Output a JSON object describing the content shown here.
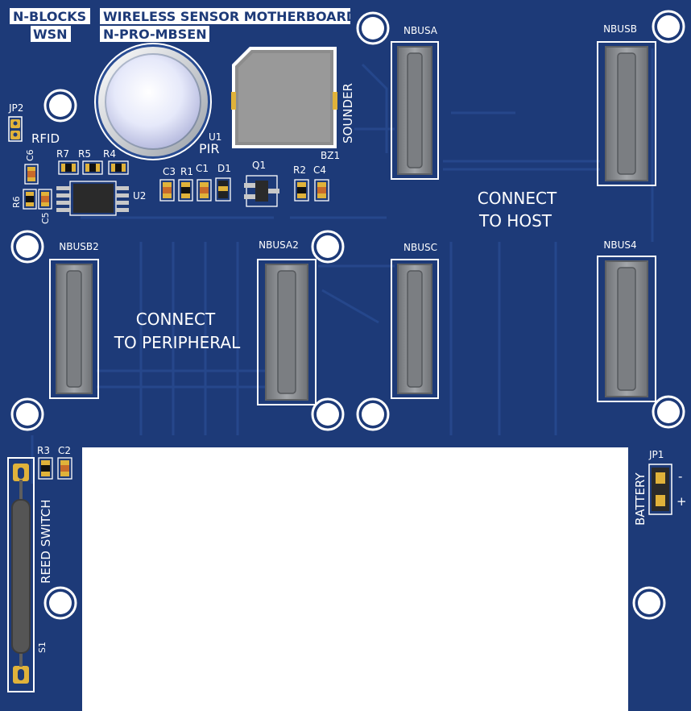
{
  "board": {
    "title_left": [
      "N-BLOCKS",
      "WSN"
    ],
    "title_right": [
      "WIRELESS SENSOR MOTHERBOARD",
      "N-PRO-MBSEN"
    ],
    "connect_host": [
      "CONNECT",
      "TO HOST"
    ],
    "connect_peripheral": [
      "CONNECT",
      "TO PERIPHERAL"
    ]
  },
  "connectors": {
    "nbusa": "NBUSA",
    "nbusb": "NBUSB",
    "nbusb2": "NBUSB2",
    "nbusa2": "NBUSA2",
    "nbusc": "NBUSC",
    "nbus4": "NBUS4"
  },
  "components": {
    "jp2": "JP2",
    "rfid": "RFID",
    "u1": "U1",
    "pir": "PIR",
    "sounder": "SOUNDER",
    "bz1": "BZ1",
    "c6": "C6",
    "r7": "R7",
    "r5": "R5",
    "r4": "R4",
    "r6": "R6",
    "c5": "C5",
    "u2": "U2",
    "c3": "C3",
    "r1": "R1",
    "c1": "C1",
    "d1": "D1",
    "q1": "Q1",
    "r2": "R2",
    "c4": "C4",
    "r3": "R3",
    "c2": "C2",
    "reed_switch": "REED SWITCH",
    "s1": "S1",
    "jp1": "JP1",
    "battery": "BATTERY",
    "minus": "-",
    "plus": "+"
  },
  "colors": {
    "board": "#1d3a78",
    "board_trace": "#25478c",
    "silkscreen": "#ffffff",
    "pad_gold": "#e0b23a",
    "connector_gray": "#8a8d90",
    "cutout": "#ffffff"
  }
}
